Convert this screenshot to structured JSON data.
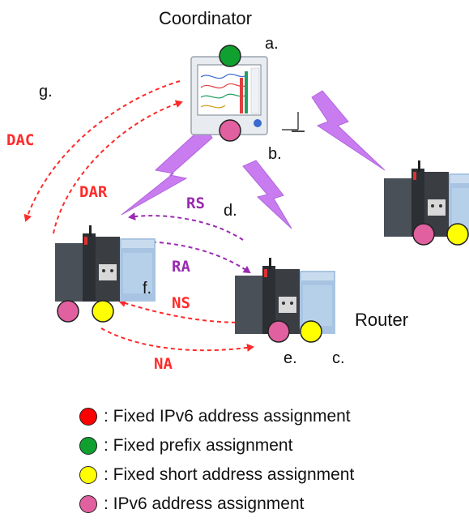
{
  "labels": {
    "coordinator": "Coordinator",
    "router": "Router",
    "a": "a.",
    "b": "b.",
    "c": "c.",
    "d": "d.",
    "e": "e.",
    "f": "f.",
    "g": "g."
  },
  "messages": {
    "dac": "DAC",
    "dar": "DAR",
    "rs": "RS",
    "ra": "RA",
    "ns": "NS",
    "na": "NA"
  },
  "legend": [
    {
      "color": "#ff0000",
      "text": ": Fixed IPv6 address assignment"
    },
    {
      "color": "#10a030",
      "text": ": Fixed prefix assignment"
    },
    {
      "color": "#ffff00",
      "text": ": Fixed short address assignment"
    },
    {
      "color": "#e060a0",
      "text": ": IPv6 address assignment"
    }
  ],
  "colors": {
    "red_arrow": "#ff2a2a",
    "purple_arrow": "#9a2ab0",
    "lightning": "#c97cf0",
    "prefix_dot": "#10a030",
    "ipv6_dot": "#e060a0",
    "short_dot": "#ffff00"
  },
  "icons": [
    "coordinator-device-icon",
    "router-device-icon",
    "wireless-link-icon",
    "antenna-icon"
  ]
}
